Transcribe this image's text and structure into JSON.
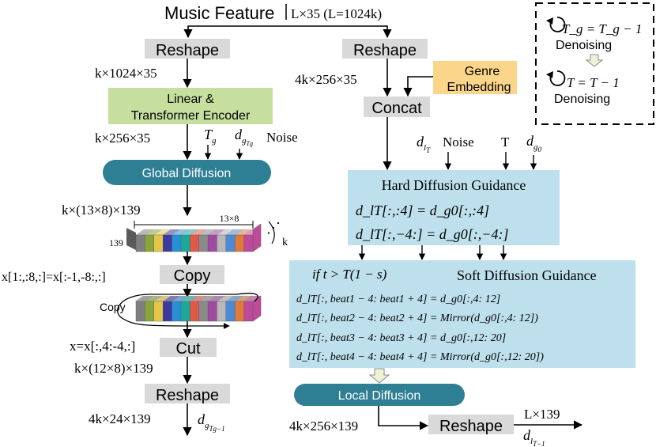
{
  "title": "Music Feature",
  "top_dim": "L×35 (L=1024k)",
  "left": {
    "reshape": "Reshape",
    "dim1": "k×1024×35",
    "encoder_line1": "Linear &",
    "encoder_line2": "Transformer Encoder",
    "dim2": "k×256×35",
    "input_tg": "T",
    "input_tg_sub": "g",
    "input_d": "d",
    "input_d_sub": "g",
    "input_d_subsub": "Tg",
    "input_noise": "Noise",
    "global": "Global Diffusion",
    "dim3": "k×(13×8)×139",
    "cube_top": "13×8",
    "cube_side": "139",
    "cube_k": "k",
    "copy_eq": "x[1:,:8,:]=x[:-1,-8:,:]",
    "copy": "Copy",
    "copy_loop": "Copy",
    "cut_eq": "x=x[:,4:-4,:]",
    "cut": "Cut",
    "dim4": "k×(12×8)×139",
    "reshape2": "Reshape",
    "dim5": "4k×24×139",
    "out_d": "d",
    "out_sub": "g",
    "out_subsub": "Tg−1"
  },
  "right": {
    "reshape": "Reshape",
    "dim1": "4k×256×35",
    "genre1": "Genre",
    "genre2": "Embedding",
    "concat": "Concat",
    "in_d": "d",
    "in_d_sub": "l",
    "in_d_subsub": "T",
    "in_noise": "Noise",
    "in_T": "T",
    "in_dg": "d",
    "in_dg_sub": "g",
    "in_dg_subsub": "0",
    "hard_title": "Hard Diffusion Guidance",
    "hard_eq1": "d_lT[:,:4] = d_g0[:,:4]",
    "hard_eq2": "d_lT[:,−4:] = d_g0[:,−4:]",
    "soft_cond": "if t > T(1 − s)",
    "soft_title": "Soft Diffusion Guidance",
    "soft_eq1": "d_lT[:, beat1 − 4: beat1 + 4] = d_g0[:,4: 12]",
    "soft_eq2": "d_lT[:, beat2 − 4: beat2 + 4] = Mirror(d_g0[:,4: 12])",
    "soft_eq3": "d_lT[:, beat3 − 4: beat3 + 4] = d_g0[:,12: 20]",
    "soft_eq4": "d_lT[:, beat4 − 4: beat4 + 4] = Mirror(d_g0[:,12: 20])",
    "local": "Local Diffusion",
    "dim_out": "4k×256×139",
    "reshape2": "Reshape",
    "out_dim": "L×139",
    "out_d": "d",
    "out_sub": "l",
    "out_subsub": "T−1"
  },
  "legend": {
    "eq1": "T_g = T_g − 1",
    "label1": "Denoising",
    "eq2": "T = T − 1",
    "label2": "Denoising"
  },
  "cube_colors": [
    "#7f7f7f",
    "#8aa63a",
    "#e6c64a",
    "#3a3aa0",
    "#2a8fd6",
    "#1aa89a",
    "#e05a4a",
    "#8a8a8a",
    "#a04aa0",
    "#b8b8b8",
    "#4a8ad6",
    "#e07a3a",
    "#c04a9a"
  ],
  "colors": {
    "gray_box": "#d9d9d9",
    "green_box": "#c6df9f",
    "teal_box": "#2e7f94",
    "blue_box": "#bde0ec",
    "yellow_box": "#fbd58a"
  }
}
